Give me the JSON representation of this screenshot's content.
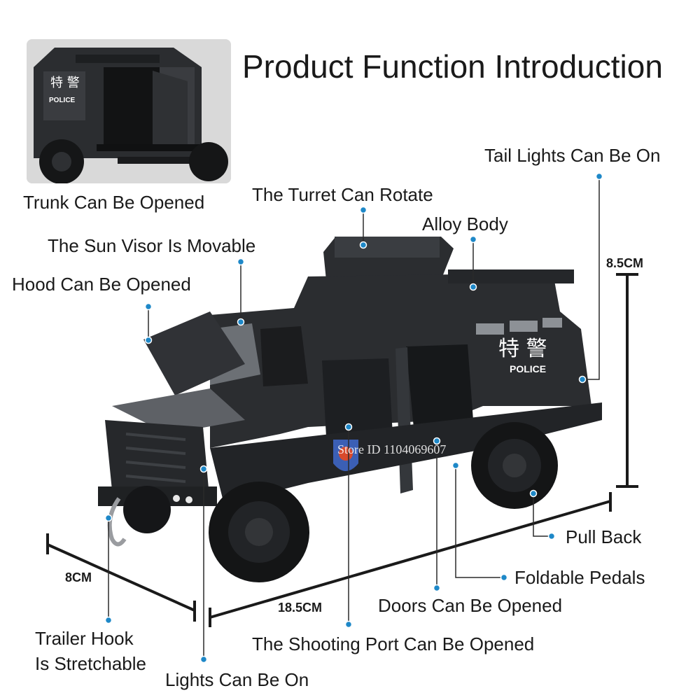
{
  "title": "Product Function Introduction",
  "labels": {
    "trunk": "Trunk Can Be Opened",
    "turret": "The Turret Can Rotate",
    "alloy": "Alloy Body",
    "tail_lights": "Tail Lights Can Be On",
    "sun_visor": "The Sun Visor Is Movable",
    "hood": "Hood Can Be Opened",
    "pull_back": "Pull Back",
    "pedals": "Foldable Pedals",
    "doors": "Doors Can Be Opened",
    "shooting_port": "The Shooting Port Can Be Opened",
    "trailer_hook_line1": "Trailer Hook",
    "trailer_hook_line2": "Is Stretchable",
    "lights": "Lights Can Be On"
  },
  "dimensions": {
    "height": "8.5CM",
    "width": "8CM",
    "length": "18.5CM"
  },
  "watermark": "Store ID 1104069607",
  "vehicle_markings": {
    "chinese": "特 警",
    "police": "POLICE"
  },
  "colors": {
    "vehicle": "#2b2d30",
    "leader_dot": "#1e88c8",
    "text": "#1a1a1a"
  }
}
